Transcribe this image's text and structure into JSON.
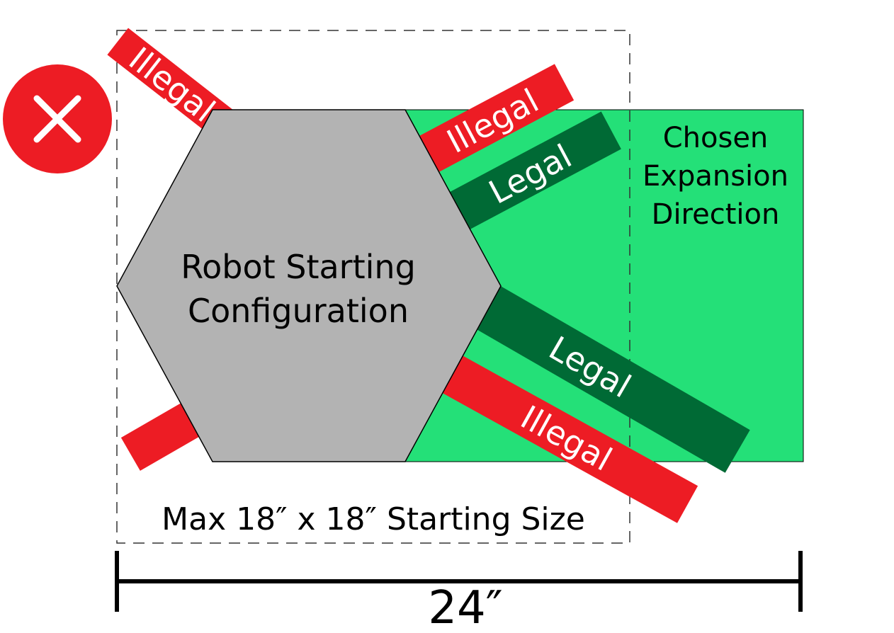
{
  "labels": {
    "robot_line1": "Robot Starting",
    "robot_line2": "Configuration",
    "expansion_line1": "Chosen",
    "expansion_line2": "Expansion",
    "expansion_line3": "Direction",
    "max_size": "Max 18″ x 18″ Starting Size",
    "width_dim": "24″",
    "illegal": "Illegal",
    "legal": "Legal"
  },
  "colors": {
    "illegal_red": "#ed1c24",
    "legal_dark_green": "#006a35",
    "expansion_green": "#24e078",
    "robot_gray": "#b3b3b3",
    "outline": "#000000",
    "dash": "#333333",
    "text_dark": "#000000",
    "text_light": "#ffffff"
  },
  "icons": {
    "status": "red-x-icon"
  }
}
